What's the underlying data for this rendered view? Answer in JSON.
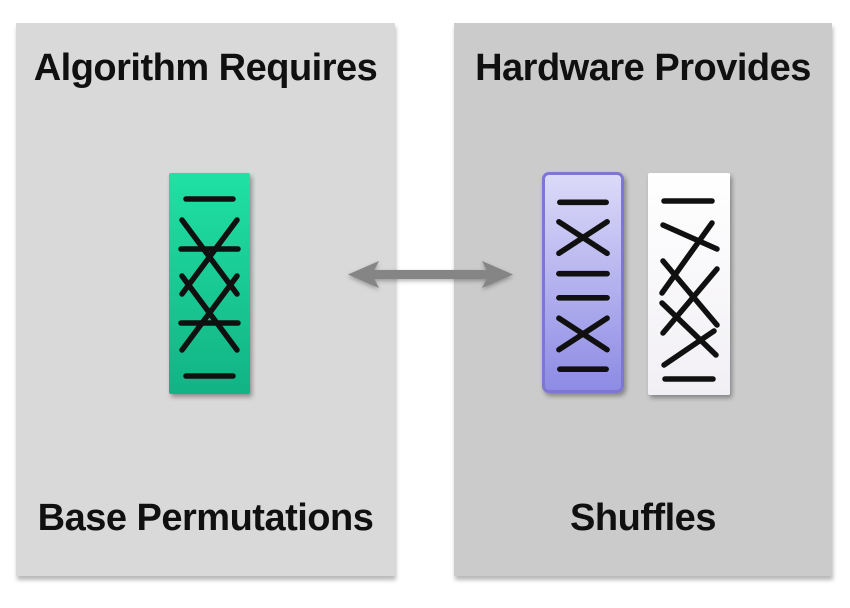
{
  "colors": {
    "page-bg": "#ffffff",
    "panel-left-bg": "#d9d9d9",
    "panel-right-bg": "#cbcbcb",
    "green-top": "#20e1a3",
    "green-bottom": "#12b384",
    "purple-top": "#dcdaf8",
    "purple-bottom": "#8d8be4",
    "purple-border": "#7e77d2",
    "white-top": "#ffffff",
    "white-bottom": "#f1eff4",
    "arrow": "#858585",
    "ink": "#101010"
  },
  "left_panel": {
    "title": "Algorithm Requires",
    "caption": "Base Permutations",
    "icon": "permutation-network-pattern-icon"
  },
  "right_panel": {
    "title": "Hardware Provides",
    "caption": "Shuffles",
    "icons": [
      "shuffle-pattern-purple-icon",
      "shuffle-pattern-white-icon"
    ]
  },
  "connector": {
    "icon": "double-headed-arrow-icon",
    "direction": "bidirectional"
  }
}
